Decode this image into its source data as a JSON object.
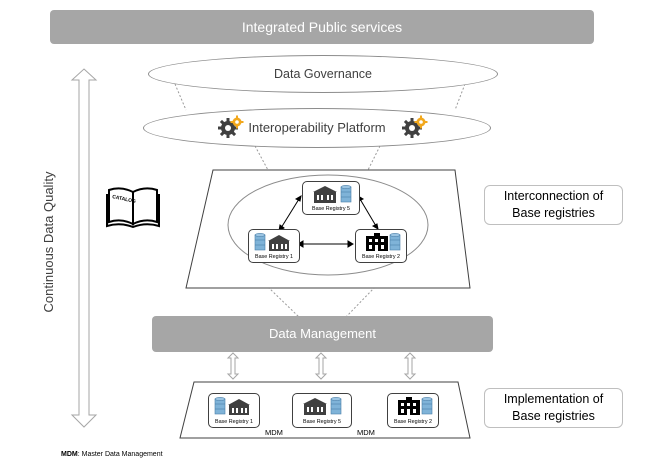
{
  "top_bar": {
    "label": "Integrated Public services"
  },
  "side_axis": {
    "label": "Continuous Data Quality"
  },
  "governance": {
    "label": "Data Governance"
  },
  "interop": {
    "label": "Interoperability Platform"
  },
  "catalog": {
    "label": "CATALOG"
  },
  "data_management": {
    "label": "Data Management"
  },
  "right_labels": {
    "interconnection": {
      "line1": "Interconnection of",
      "line2": "Base registries"
    },
    "implementation": {
      "line1": "Implementation of",
      "line2": "Base registries"
    }
  },
  "registries_upper": {
    "r5": "Base Registry 5",
    "r1": "Base Registry 1",
    "r2": "Base Registry 2"
  },
  "registries_lower": {
    "r1": "Base Registry 1",
    "r5": "Base Registry 5",
    "r2": "Base Registry 2",
    "mdm_left": "MDM",
    "mdm_right": "MDM"
  },
  "footnote": {
    "term": "MDM",
    "text": ": Master Data Management"
  },
  "colors": {
    "bar": "#a6a6a6",
    "cylinder": "#7fb3d8",
    "gear": "#f2a81d",
    "text": "#404040"
  },
  "icons": [
    "gear-icon",
    "database-icon",
    "building-icon",
    "book-icon",
    "double-arrow-icon"
  ]
}
